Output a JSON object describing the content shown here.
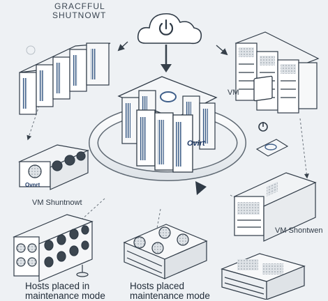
{
  "title": {
    "line1": "GRACFFUL",
    "line2": "SHUTNOWT"
  },
  "labels": {
    "vm_right": "VM",
    "vm_left_shutdown": "VM Shuntnowt",
    "vm_right_shutdown": "VM Shontwen",
    "host_left_line1": "Hosts placed in",
    "host_left_line2": "maintenance mode",
    "host_mid_line1": "Hosts placed",
    "host_mid_line2": "maintenance mode"
  },
  "cluster": {
    "brand": "Ovirt"
  },
  "small_server": {
    "brand": "Ovnrt"
  },
  "icons": {
    "cloud": "cloud-power-icon",
    "monitor": "monitor-power-icon",
    "cycle": "circular-arrow-icon"
  },
  "colors": {
    "background": "#eef1f4",
    "server_body": "#f7f8f9",
    "server_side": "#cfd5db",
    "line": "#36404a",
    "accent_blue": "#3f5f8a"
  }
}
